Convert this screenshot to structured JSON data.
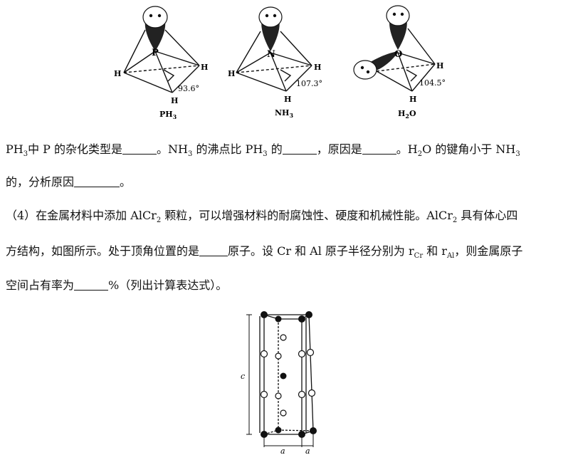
{
  "molecules": [
    {
      "center": "P",
      "label_main": "PH",
      "label_sub": "3",
      "angle": "93.6°",
      "h_left": "H",
      "h_right": "H",
      "h_bottom": "H"
    },
    {
      "center": "N",
      "label_main": "NH",
      "label_sub": "3",
      "angle": "107.3°",
      "h_left": "H",
      "h_right": "H",
      "h_bottom": "H"
    },
    {
      "center": "O",
      "label_main": "H",
      "label_sub": "2",
      "label_tail": "O",
      "angle": "104.5°",
      "h_right": "H",
      "h_bottom": "H"
    }
  ],
  "text_lines": [
    {
      "parts": [
        "PH",
        "3",
        "中 P 的杂化类型是",
        "______",
        "。NH",
        "3",
        " 的沸点比 PH",
        "3",
        " 的",
        "______",
        "，原因是",
        "______",
        "。H",
        "2",
        "O 的键角小于 NH",
        "3"
      ]
    },
    {
      "parts": [
        "的，分析原因",
        "________",
        "。"
      ]
    },
    {
      "parts": [
        "（4）在金属材料中添加 AlCr",
        "2",
        " 颗粒，可以增强材料的耐腐蚀性、硬度和机械性能。AlCr",
        "2",
        " 具有体心四"
      ]
    },
    {
      "parts": [
        "方结构，如图所示。处于顶角位置的是",
        "_____",
        "原子。设 Cr 和 Al 原子半径分别为 r",
        "Cr",
        " 和 r",
        "Al",
        "，则金属原子"
      ]
    },
    {
      "parts": [
        "空间占有率为",
        "______",
        "%（列出计算表达式）。"
      ]
    }
  ],
  "cell_figure": {
    "label_c": "c",
    "label_a1": "a",
    "label_a2": "a"
  }
}
